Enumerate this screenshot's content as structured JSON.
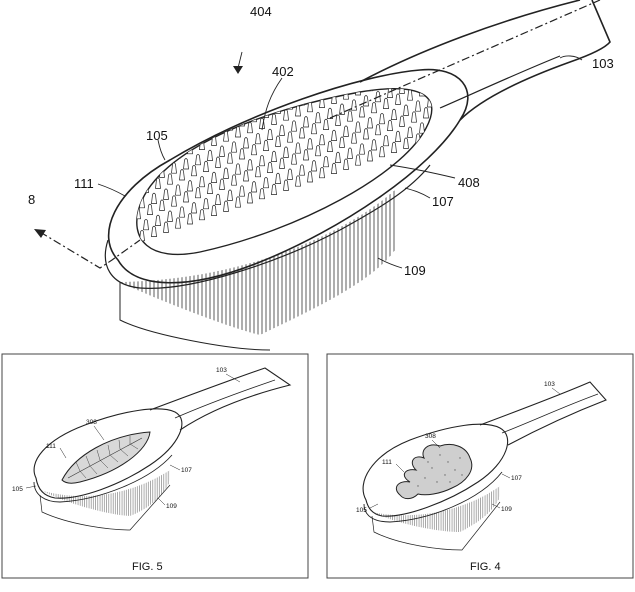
{
  "main_figure": {
    "labels": {
      "brush": "404",
      "bristle_pad": "402",
      "handle_end": "103",
      "rim": "105",
      "head_face": "111",
      "section_arrow": "8",
      "pad_edge": "408",
      "head_side": "107",
      "bristles": "109"
    }
  },
  "fig5": {
    "caption": "FIG. 5",
    "labels": {
      "handle": "103",
      "insert": "308",
      "face": "111",
      "rim": "105",
      "side": "107",
      "bristles": "109"
    }
  },
  "fig4": {
    "caption": "FIG. 4",
    "labels": {
      "handle": "103",
      "insert": "308",
      "face": "111",
      "rim": "105",
      "side": "107",
      "bristles": "109"
    }
  }
}
